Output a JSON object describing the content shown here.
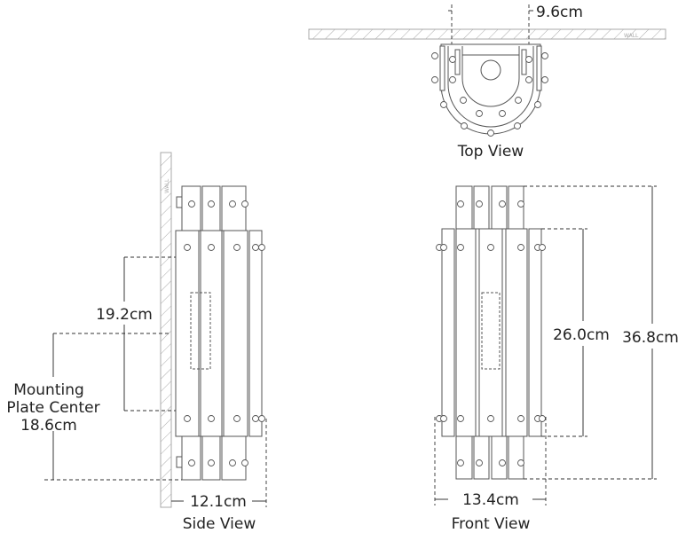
{
  "top_view": {
    "label": "Top View",
    "width_dim": "9.6cm",
    "wall_label": "WALL"
  },
  "side_view": {
    "label": "Side View",
    "depth_dim": "12.1cm",
    "plate_dim": "19.2cm",
    "mounting_label_1": "Mounting",
    "mounting_label_2": "Plate Center",
    "mounting_dim": "18.6cm",
    "wall_label": "WALL"
  },
  "front_view": {
    "label": "Front View",
    "width_dim": "13.4cm",
    "body_height_dim": "26.0cm",
    "total_height_dim": "36.8cm"
  },
  "colors": {
    "line": "#555555",
    "text": "#222222",
    "wall_hatch": "#aaaaaa"
  }
}
